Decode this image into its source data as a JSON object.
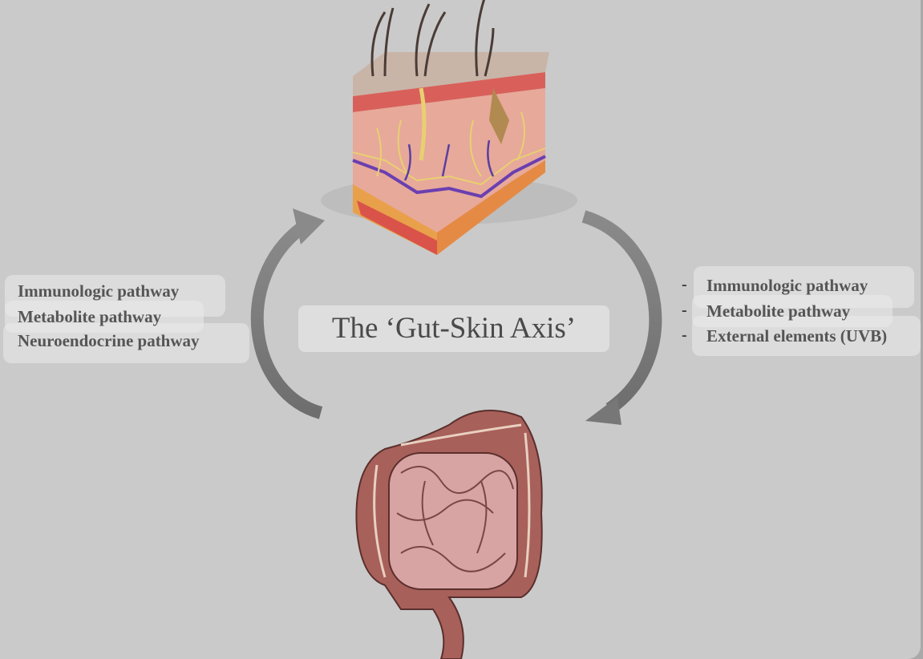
{
  "title": "The ‘Gut-Skin Axis’",
  "left_pathways": [
    "Immunologic pathway",
    "Metabolite pathway",
    "Neuroendocrine pathway"
  ],
  "right_pathways": [
    "Immunologic pathway",
    "Metabolite pathway",
    "External elements (UVB)"
  ],
  "bullet": "-",
  "colors": {
    "background": "#cacaca",
    "arrow": "#7a7a7a",
    "skin": "#e7a99a",
    "gut": "#a8605a",
    "small_intestine": "#d8a3a3"
  }
}
